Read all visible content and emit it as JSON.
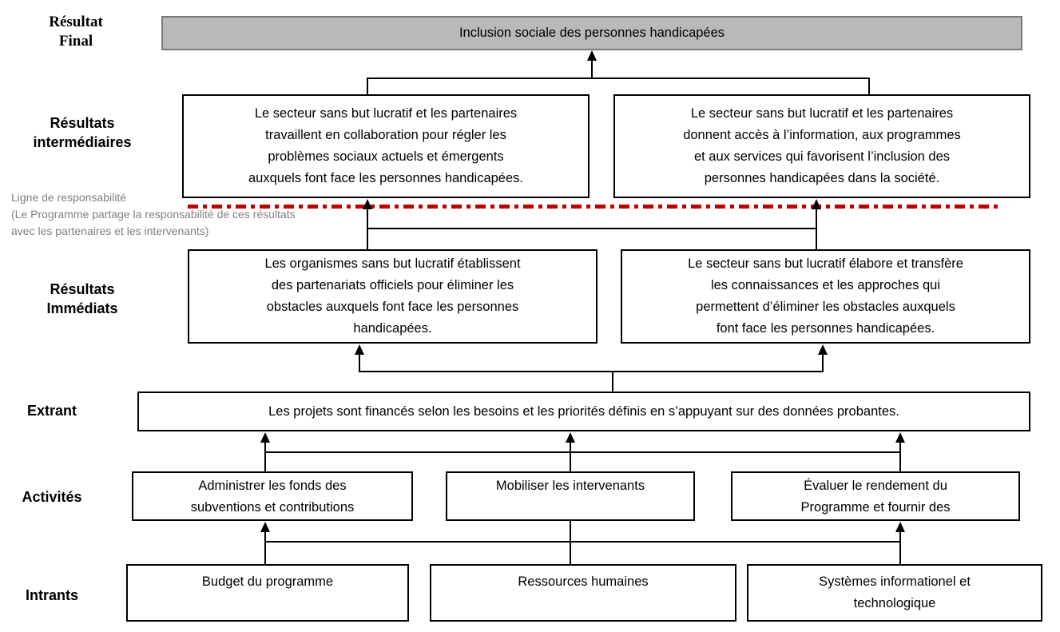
{
  "colors": {
    "final_box_bg": "#b9b9b9",
    "final_box_border": "#7a7a7a",
    "box_border": "#000000",
    "responsibility_line": "#c00000",
    "annotation_text": "#808080"
  },
  "labels": {
    "final": "Résultat\nFinal",
    "intermediate": "Résultats\nintermédiaires",
    "immediate": "Résultats\nImmédiats",
    "output": "Extrant",
    "activities": "Activités",
    "inputs": "Intrants"
  },
  "annotation": "Ligne de responsabilité\n(Le Programme partage la responsabilité de ces résultats\navec les partenaires et les intervenants)",
  "boxes": {
    "final": "Inclusion sociale des personnes handicapées",
    "intermediate_left": "Le secteur sans but lucratif et les partenaires\ntravaillent en collaboration pour régler les\nproblèmes sociaux actuels et émergents\nauxquels font face les personnes handicapées.",
    "intermediate_right": "Le secteur sans but lucratif et les partenaires\ndonnent accès à l’information, aux programmes\net aux services qui favorisent l’inclusion des\npersonnes handicapées dans la société.",
    "immediate_left": "Les organismes sans but lucratif établissent\ndes partenariats officiels pour éliminer les\nobstacles auxquels font face les personnes\nhandicapées.",
    "immediate_right": "Le secteur sans but lucratif élabore et transfère\nles connaissances et les approches qui\npermettent d’éliminer les obstacles auxquels\nfont face les personnes handicapées.",
    "output": "Les projets sont financés selon les besoins et les priorités définis en s’appuyant sur des données probantes.",
    "activity_left": "Administrer les fonds des\nsubventions et contributions",
    "activity_middle": "Mobiliser les intervenants",
    "activity_right": "Évaluer le rendement du\nProgramme et fournir des",
    "input_left": "Budget du programme",
    "input_middle": "Ressources humaines",
    "input_right": "Systèmes informationel et\ntechnologique"
  }
}
